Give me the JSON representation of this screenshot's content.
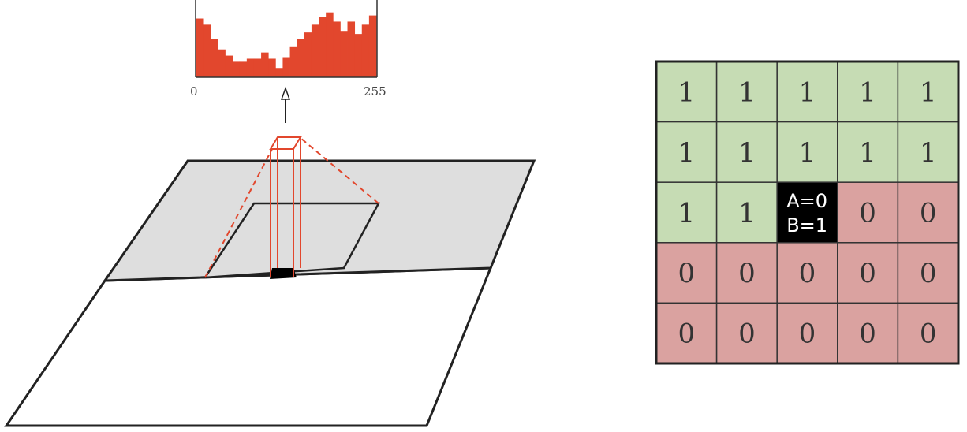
{
  "histogram": {
    "axis_min_label": "0",
    "axis_max_label": "255",
    "bar_color": "#e2472d",
    "bin_heights": [
      0.76,
      0.68,
      0.5,
      0.36,
      0.28,
      0.2,
      0.2,
      0.24,
      0.24,
      0.32,
      0.24,
      0.12,
      0.26,
      0.4,
      0.5,
      0.58,
      0.68,
      0.78,
      0.84,
      0.72,
      0.6,
      0.72,
      0.56,
      0.68,
      0.8
    ]
  },
  "grid": {
    "colors": {
      "one": "#c6dcb4",
      "zero": "#daa2a0",
      "center": "#000000"
    },
    "rows": [
      [
        "1",
        "1",
        "1",
        "1",
        "1"
      ],
      [
        "1",
        "1",
        "1",
        "1",
        "1"
      ],
      [
        "1",
        "1",
        "",
        "0",
        "0"
      ],
      [
        "0",
        "0",
        "0",
        "0",
        "0"
      ],
      [
        "0",
        "0",
        "0",
        "0",
        "0"
      ]
    ],
    "center_line_1": "A=0",
    "center_line_2": "B=1"
  }
}
